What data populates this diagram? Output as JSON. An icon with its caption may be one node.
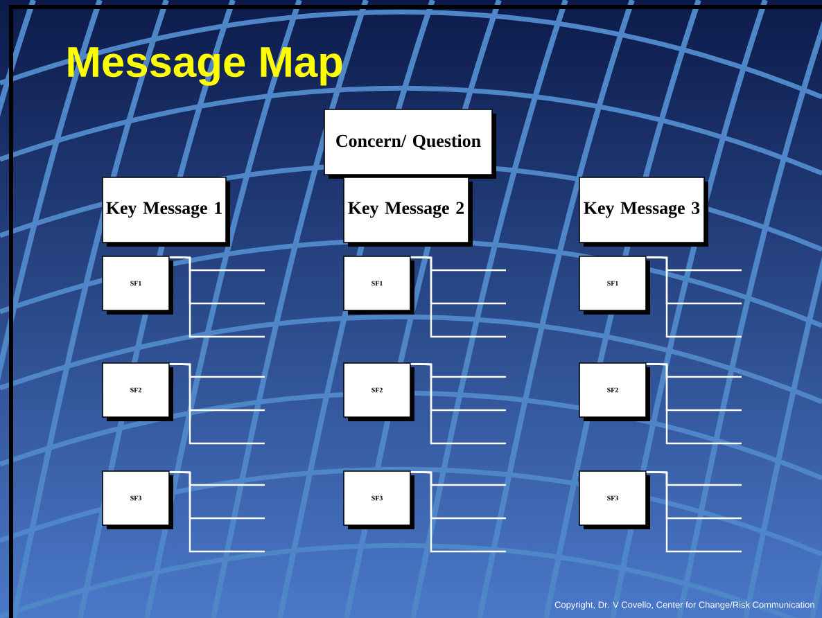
{
  "diagram": {
    "title": "Message Map",
    "nodes": [
      {
        "text": [
          "Concern/ Question"
        ]
      },
      {
        "text": [
          "Key Message 1"
        ]
      },
      {
        "text": [
          "Key Message 2"
        ]
      },
      {
        "text": [
          "Key Message 3"
        ]
      },
      {
        "text": [
          "SF1"
        ]
      },
      {
        "text": [
          "SF1"
        ]
      },
      {
        "text": [
          "SF1"
        ]
      },
      {
        "text": [
          "SF2"
        ]
      },
      {
        "text": [
          "SF2"
        ]
      },
      {
        "text": [
          "SF2"
        ]
      },
      {
        "text": [
          "SF3"
        ]
      },
      {
        "text": [
          "SF3"
        ]
      },
      {
        "text": [
          "SF3"
        ]
      }
    ],
    "edges": [
      {
        "from": 4,
        "to": null,
        "arrow": "none"
      },
      {
        "from": 4,
        "to": null,
        "arrow": "none"
      },
      {
        "from": 4,
        "to": null,
        "arrow": "none"
      },
      {
        "from": 5,
        "to": null,
        "arrow": "none"
      },
      {
        "from": 5,
        "to": null,
        "arrow": "none"
      },
      {
        "from": 5,
        "to": null,
        "arrow": "none"
      },
      {
        "from": 6,
        "to": null,
        "arrow": "none"
      },
      {
        "from": 6,
        "to": null,
        "arrow": "none"
      },
      {
        "from": 6,
        "to": null,
        "arrow": "none"
      },
      {
        "from": 7,
        "to": null,
        "arrow": "none"
      },
      {
        "from": 7,
        "to": null,
        "arrow": "none"
      },
      {
        "from": 7,
        "to": null,
        "arrow": "none"
      },
      {
        "from": 8,
        "to": null,
        "arrow": "none"
      },
      {
        "from": 8,
        "to": null,
        "arrow": "none"
      },
      {
        "from": 8,
        "to": null,
        "arrow": "none"
      },
      {
        "from": 9,
        "to": null,
        "arrow": "none"
      },
      {
        "from": 9,
        "to": null,
        "arrow": "none"
      },
      {
        "from": 9,
        "to": null,
        "arrow": "none"
      },
      {
        "from": 10,
        "to": null,
        "arrow": "none"
      },
      {
        "from": 10,
        "to": null,
        "arrow": "none"
      },
      {
        "from": 10,
        "to": null,
        "arrow": "none"
      },
      {
        "from": 11,
        "to": null,
        "arrow": "none"
      },
      {
        "from": 11,
        "to": null,
        "arrow": "none"
      },
      {
        "from": 11,
        "to": null,
        "arrow": "none"
      },
      {
        "from": 12,
        "to": null,
        "arrow": "none"
      },
      {
        "from": 12,
        "to": null,
        "arrow": "none"
      },
      {
        "from": 12,
        "to": null,
        "arrow": "none"
      }
    ],
    "labels": [
      "Copyright, Dr. V Covello, Center for Change/Risk Communication"
    ]
  }
}
